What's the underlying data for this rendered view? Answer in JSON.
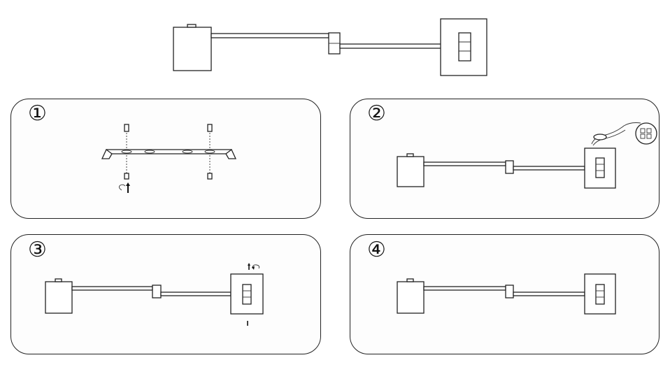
{
  "figure": {
    "steps": [
      {
        "number": "①"
      },
      {
        "number": "②"
      },
      {
        "number": "③"
      },
      {
        "number": "④"
      }
    ]
  }
}
